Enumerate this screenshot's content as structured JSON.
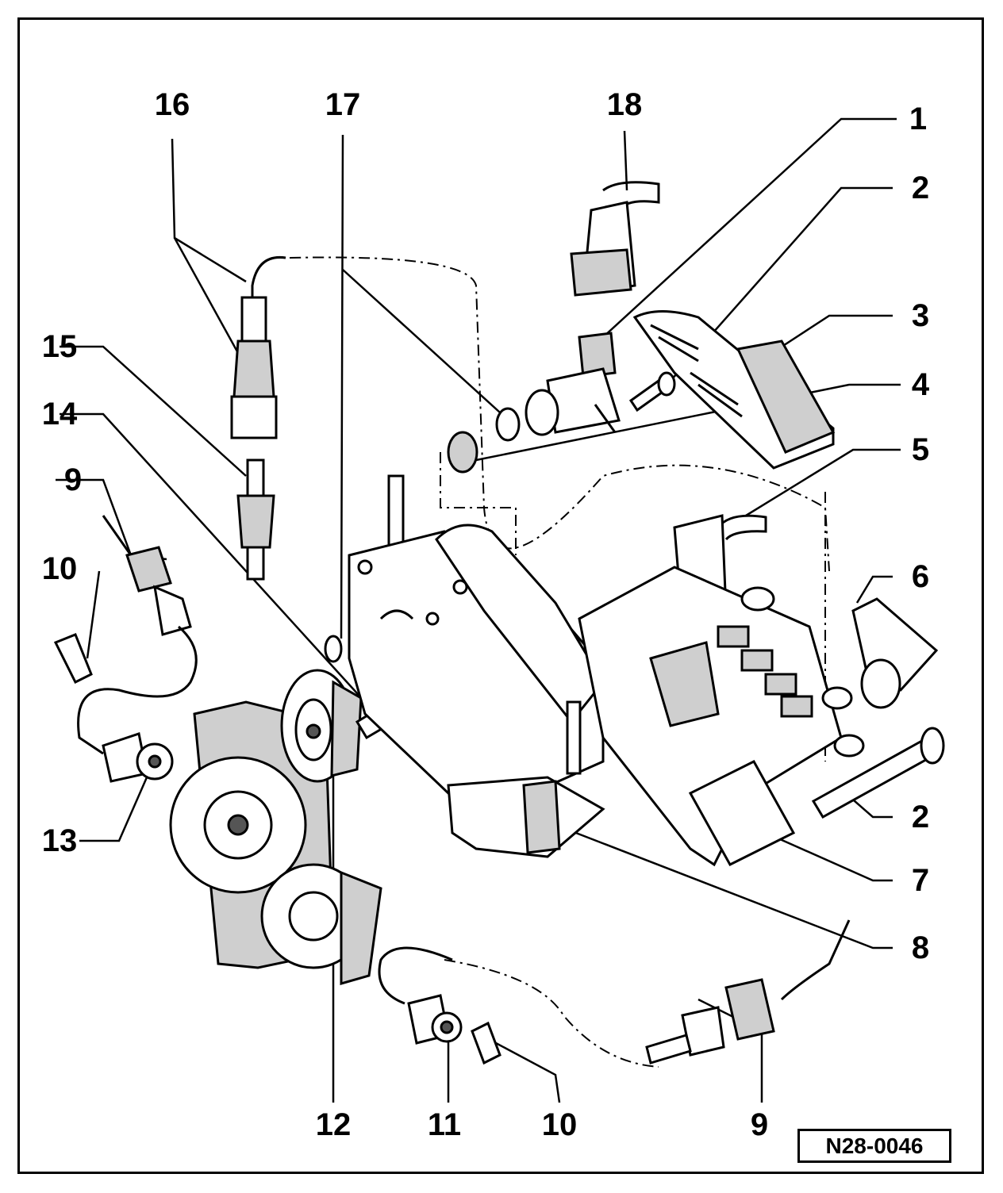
{
  "reference_code": "N28-0046",
  "callouts": [
    {
      "id": "c16",
      "text": "16"
    },
    {
      "id": "c17",
      "text": "17"
    },
    {
      "id": "c18",
      "text": "18"
    },
    {
      "id": "c1",
      "text": "1"
    },
    {
      "id": "c2a",
      "text": "2"
    },
    {
      "id": "c3",
      "text": "3"
    },
    {
      "id": "c4",
      "text": "4"
    },
    {
      "id": "c5",
      "text": "5"
    },
    {
      "id": "c15",
      "text": "15"
    },
    {
      "id": "c14",
      "text": "14"
    },
    {
      "id": "c9a",
      "text": "9"
    },
    {
      "id": "c10a",
      "text": "10"
    },
    {
      "id": "c6",
      "text": "6"
    },
    {
      "id": "c13",
      "text": "13"
    },
    {
      "id": "c2b",
      "text": "2"
    },
    {
      "id": "c7",
      "text": "7"
    },
    {
      "id": "c8",
      "text": "8"
    },
    {
      "id": "c12",
      "text": "12"
    },
    {
      "id": "c11",
      "text": "11"
    },
    {
      "id": "c10b",
      "text": "10"
    },
    {
      "id": "c9b",
      "text": "9"
    }
  ]
}
